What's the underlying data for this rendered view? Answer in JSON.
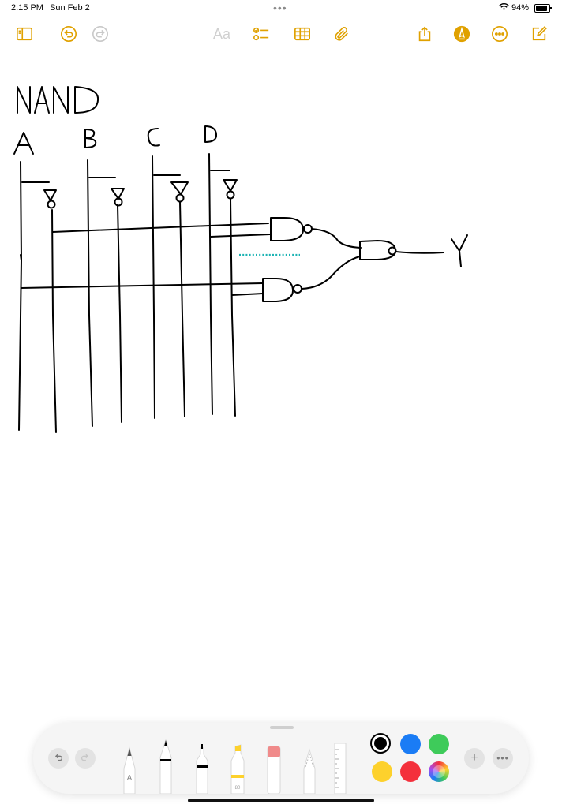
{
  "status_bar": {
    "time": "2:15 PM",
    "date": "Sun Feb 2",
    "battery": "94%",
    "battery_level": 0.94,
    "multitask_dots": "•••"
  },
  "toolbar": {
    "format_label": "Aa",
    "icons": [
      "sidebar-icon",
      "undo-icon",
      "redo-icon",
      "checklist-icon",
      "table-icon",
      "attachment-icon",
      "share-icon",
      "markup-icon",
      "more-icon",
      "compose-icon"
    ]
  },
  "note": {
    "title": "NAND",
    "inputs": [
      "A",
      "B",
      "C",
      "D"
    ],
    "output": "Y"
  },
  "palette": {
    "tools": [
      "pencil-A",
      "pen",
      "fineliner",
      "marker",
      "eraser",
      "lasso",
      "ruler"
    ],
    "marker_opacity": "80",
    "pencil_letter": "A",
    "colors": [
      "#000000",
      "#1a7cf5",
      "#3ecb5a",
      "#fdd12c",
      "#f4303c",
      "rainbow"
    ],
    "selected_color": "#000000"
  }
}
